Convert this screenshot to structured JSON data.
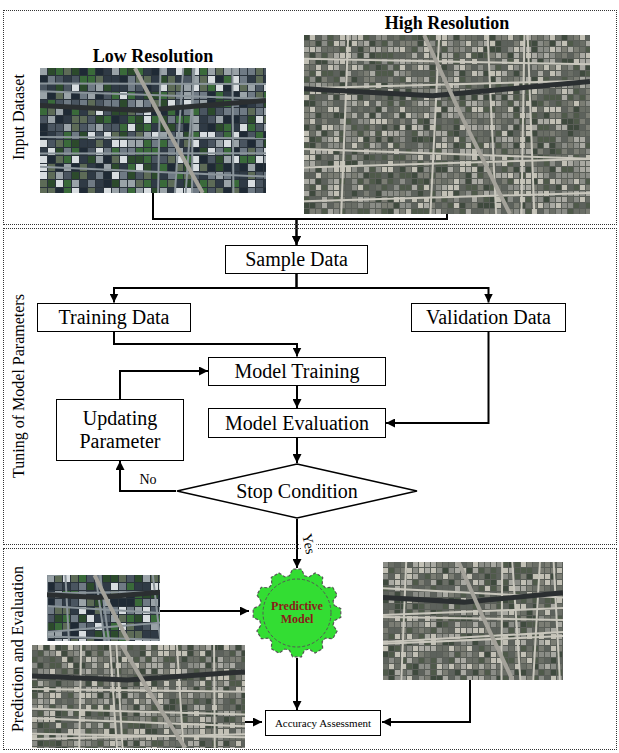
{
  "diagram": {
    "nodes": [
      {
        "text": [
          "Input Dataset"
        ]
      },
      {
        "text": [
          "Low Resolution"
        ],
        "in": 0
      },
      {
        "text": [
          "High Resolution"
        ],
        "in": 0
      },
      {
        "text": [
          "Tuning of Model Parameters"
        ]
      },
      {
        "text": [
          "Sample Data"
        ],
        "in": 3
      },
      {
        "text": [
          "Training Data"
        ],
        "in": 3
      },
      {
        "text": [
          "Validation Data"
        ],
        "in": 3
      },
      {
        "text": [
          "Model Training"
        ],
        "in": 3
      },
      {
        "text": [
          "Updating Parameter"
        ],
        "in": 3
      },
      {
        "text": [
          "Model Evaluation"
        ],
        "in": 3
      },
      {
        "text": [
          "Stop Condition"
        ],
        "in": 3
      },
      {
        "text": [
          "Prediction and Evaluation"
        ]
      },
      {
        "text": [
          "Predictive Model"
        ],
        "in": 11
      },
      {
        "text": [
          "Accuracy Assessment"
        ],
        "in": 11
      }
    ],
    "edges": [
      {
        "from": 1,
        "to": 4,
        "arrow": "to"
      },
      {
        "from": 2,
        "to": 4,
        "arrow": "to"
      },
      {
        "from": 4,
        "to": 5,
        "arrow": "to"
      },
      {
        "from": 4,
        "to": 6,
        "arrow": "to"
      },
      {
        "from": 5,
        "to": 7,
        "arrow": "to"
      },
      {
        "from": 7,
        "to": 9,
        "arrow": "to"
      },
      {
        "from": 6,
        "to": 9,
        "arrow": "to"
      },
      {
        "from": 9,
        "to": 10,
        "arrow": "to"
      },
      {
        "from": 10,
        "to": 8,
        "label": "No",
        "arrow": "to"
      },
      {
        "from": 8,
        "to": 7,
        "arrow": "to"
      },
      {
        "from": 10,
        "to": 12,
        "label": "Yes",
        "arrow": "to"
      },
      {
        "from": 12,
        "to": 13,
        "arrow": "to"
      }
    ]
  }
}
